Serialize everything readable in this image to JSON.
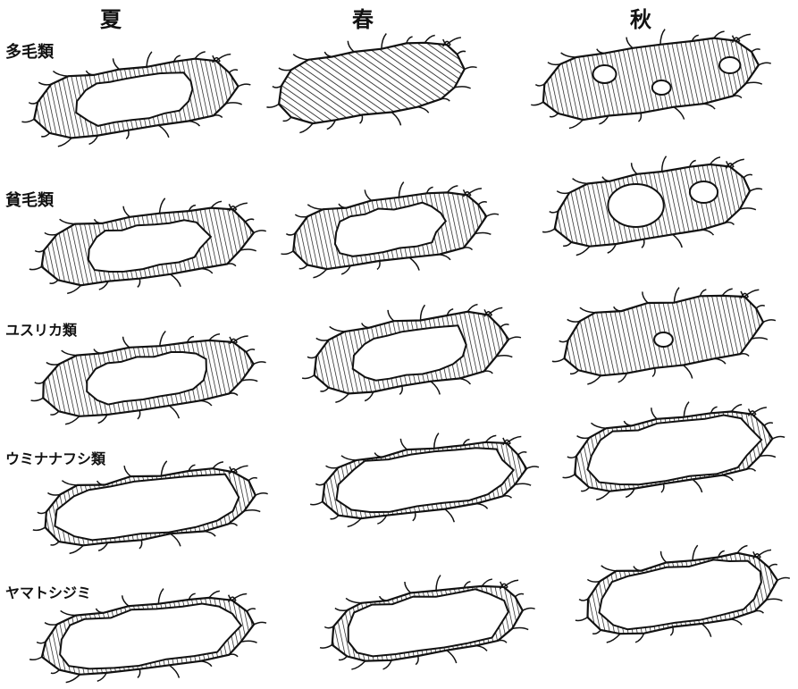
{
  "seasons": [
    "夏",
    "春",
    "秋"
  ],
  "taxa": [
    "多毛類",
    "貧毛類",
    "ユスリカ類",
    "ウミナナフシ類",
    "ヤマトシジミ"
  ]
}
